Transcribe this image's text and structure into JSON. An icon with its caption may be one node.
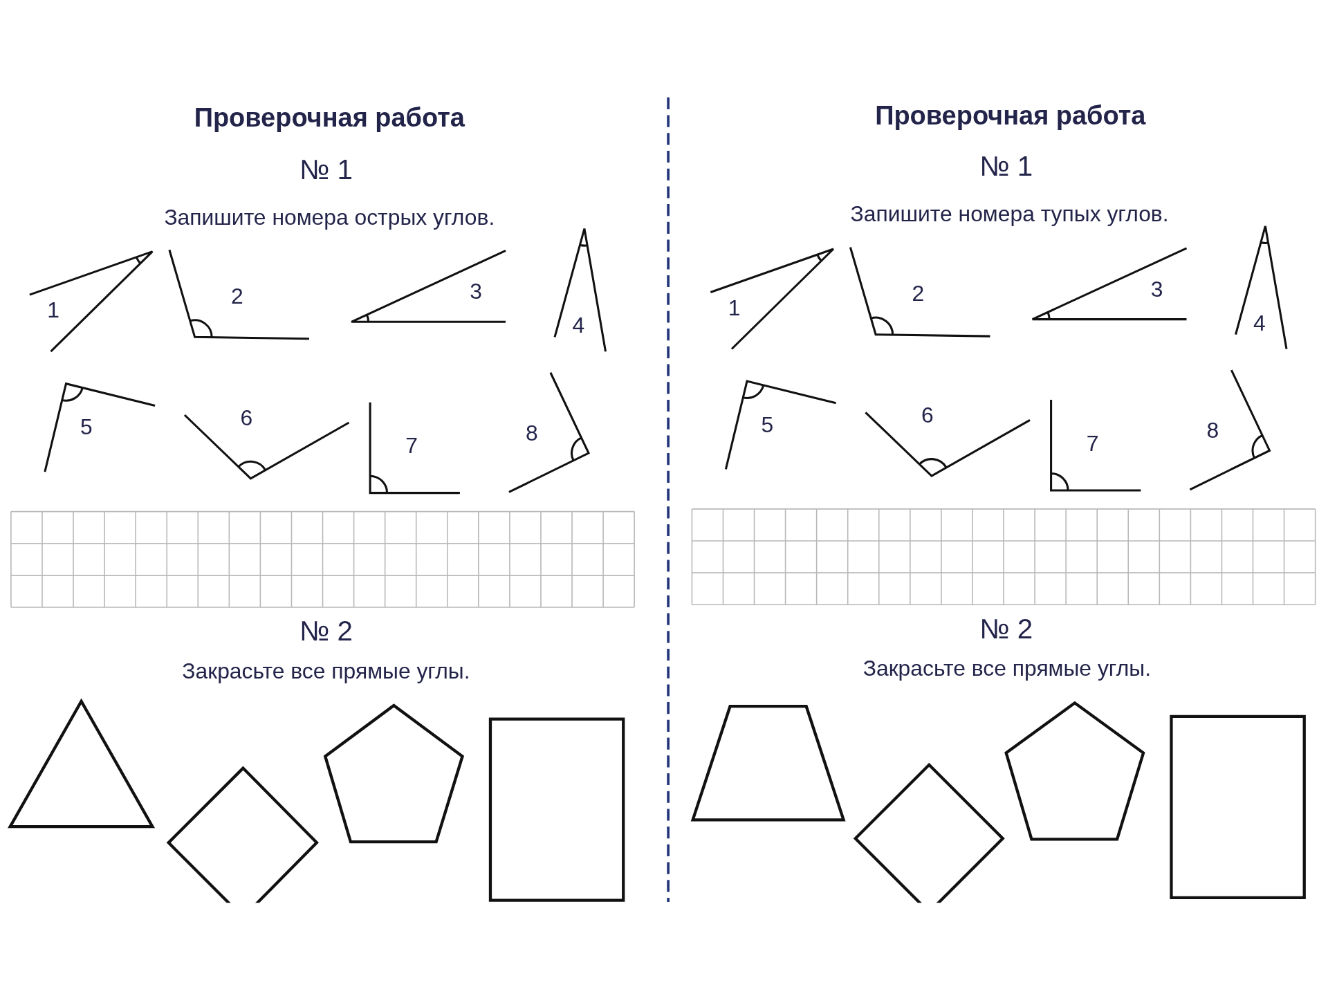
{
  "diagram": {
    "labels": [
      "Проверочная работа",
      "№ 1",
      "Запишите номера острых углов.",
      "1",
      "2",
      "3",
      "4",
      "5",
      "6",
      "7",
      "8",
      "№ 2",
      "Закрасьте все прямые углы.",
      "Проверочная работа",
      "№ 1",
      "Запишите номера тупых углов.",
      "1",
      "2",
      "3",
      "4",
      "5",
      "6",
      "7",
      "8",
      "№ 2",
      "Закрасьте все прямые углы."
    ]
  }
}
